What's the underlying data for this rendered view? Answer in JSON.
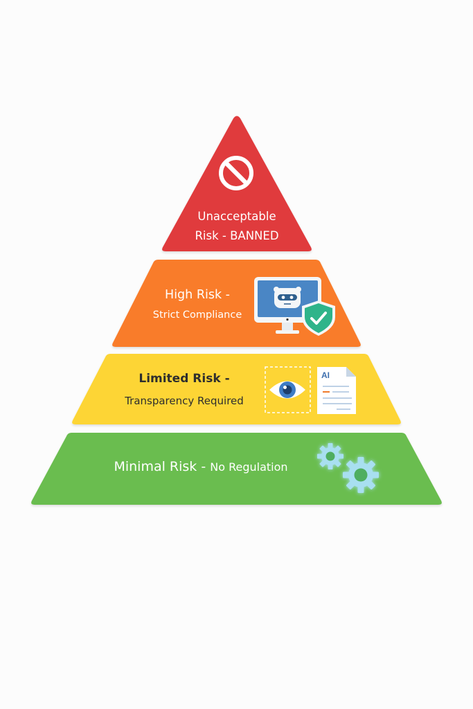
{
  "diagram": {
    "type": "risk-pyramid",
    "colors": {
      "background": "#fcfcfc",
      "unacceptable": "#e03a3c",
      "high": "#f97b2a",
      "limited": "#fdd535",
      "minimal": "#6abd4f"
    },
    "tiers": [
      {
        "level": 1,
        "title": "Unacceptable",
        "subtitle": "Risk - BANNED",
        "color": "#e03a3c",
        "icon": "prohibited-icon"
      },
      {
        "level": 2,
        "title": "High Risk -",
        "subtitle": "Strict Compliance",
        "color": "#f97b2a",
        "icon": "monitor-robot-shield-icon"
      },
      {
        "level": 3,
        "title": "Limited Risk -",
        "subtitle": "Transparency Required",
        "color": "#fdd535",
        "icon": "eye-and-ai-document-icon",
        "doc_label": "AI"
      },
      {
        "level": 4,
        "title": "Minimal Risk",
        "separator": " - ",
        "subtitle": "No Regulation",
        "color": "#6abd4f",
        "icon": "gears-icon"
      }
    ]
  }
}
